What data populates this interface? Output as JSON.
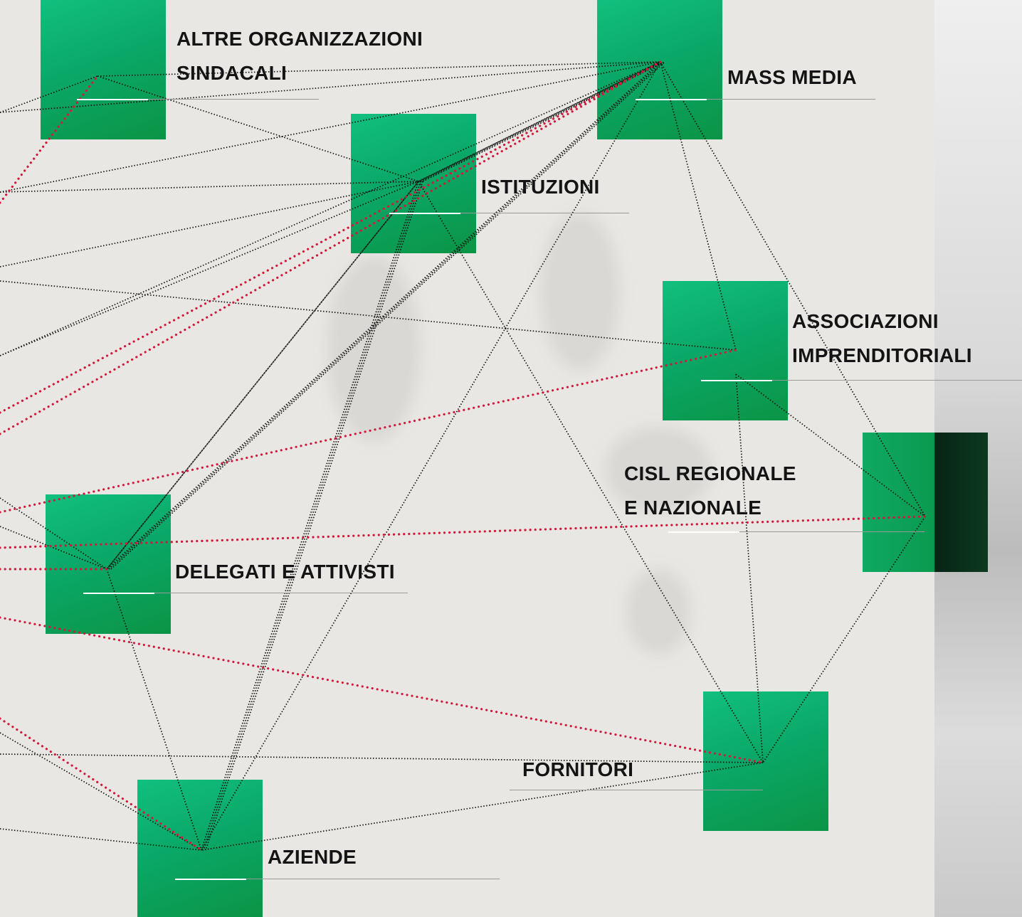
{
  "nodes": [
    {
      "id": "altre",
      "line1": "ALTRE ORGANIZZAZIONI",
      "line2": "SINDACALI"
    },
    {
      "id": "mass",
      "line1": "MASS MEDIA"
    },
    {
      "id": "istituzioni",
      "line1": "ISTITUZIONI"
    },
    {
      "id": "associazioni",
      "line1": "ASSOCIAZIONI",
      "line2": "IMPRENDITORIALI"
    },
    {
      "id": "cisl",
      "line1": "CISL REGIONALE",
      "line2": "E NAZIONALE"
    },
    {
      "id": "delegati",
      "line1": "DELEGATI E ATTIVISTI"
    },
    {
      "id": "fornitori",
      "line1": "FORNITORI"
    },
    {
      "id": "aziende",
      "line1": "AZIENDE"
    }
  ],
  "colors": {
    "node_green": "#0aa868",
    "edge_black": "#111111",
    "edge_red": "#d2193c",
    "background": "#e9e7e3"
  }
}
